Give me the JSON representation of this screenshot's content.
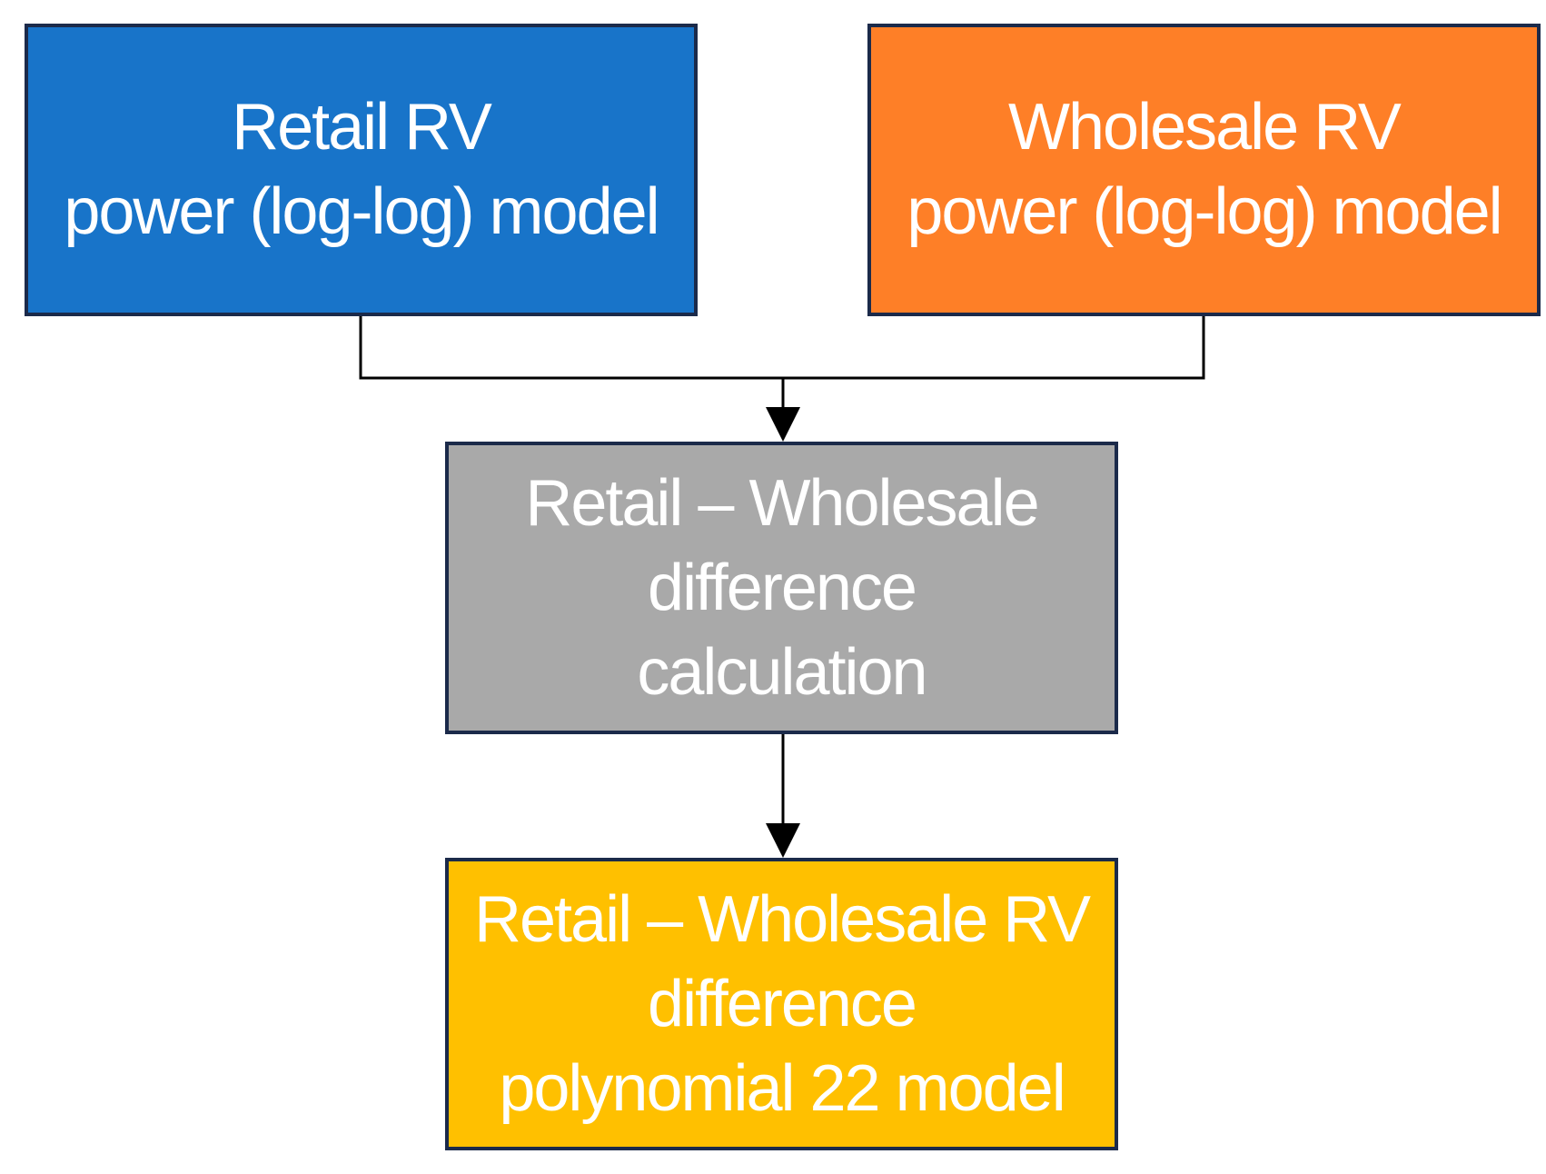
{
  "diagram": {
    "nodes": {
      "retail": {
        "lines": [
          "Retail RV",
          "power (log-log) model"
        ],
        "color": "#1874C9"
      },
      "wholesale": {
        "lines": [
          "Wholesale RV",
          "power (log-log) model"
        ],
        "color": "#FE7F27"
      },
      "difference": {
        "lines": [
          "Retail – Wholesale",
          "difference",
          "calculation"
        ],
        "color": "#A9A9A9"
      },
      "polynomial": {
        "lines": [
          "Retail – Wholesale RV",
          "difference",
          "polynomial 22 model"
        ],
        "color": "#FFC000"
      }
    },
    "edges": [
      {
        "from": "retail",
        "to": "difference"
      },
      {
        "from": "wholesale",
        "to": "difference"
      },
      {
        "from": "difference",
        "to": "polynomial"
      }
    ],
    "border_color": "#1B2A4A",
    "connector_color": "#000000"
  }
}
